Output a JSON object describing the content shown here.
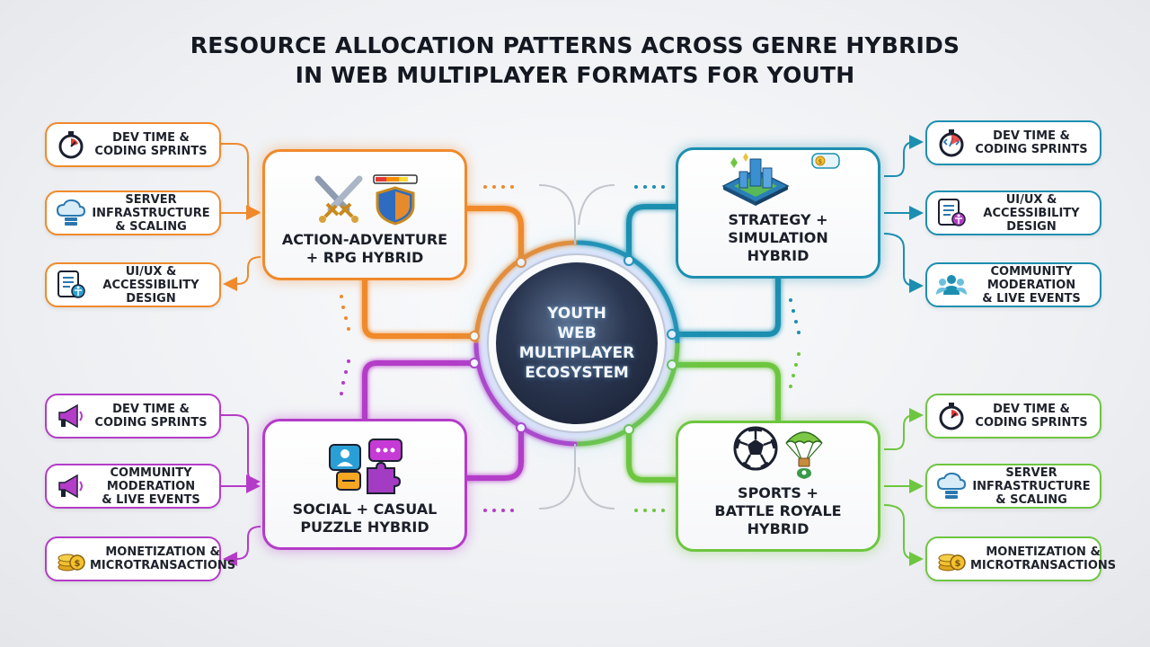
{
  "title": {
    "line1": "Resource Allocation Patterns Across Genre Hybrids",
    "line2": "in Web Multiplayer Formats for Youth"
  },
  "hub": {
    "lines": [
      "Youth",
      "Web",
      "Multiplayer",
      "Ecosystem"
    ]
  },
  "colors": {
    "orange": "#f08a2c",
    "teal": "#1c8fb0",
    "purple": "#b43cc8",
    "green": "#6ec640",
    "hub_dark": "#1f2840"
  },
  "genres": [
    {
      "label": "Action-Adventure\n+ RPG Hybrid",
      "icons": [
        "crossed-swords-icon",
        "shield-icon",
        "health-bar-icon"
      ],
      "resources": [
        {
          "label": "Dev Time &\nCoding Sprints",
          "icon": "stopwatch-icon"
        },
        {
          "label": "Server\nInfrastructure\n& Scaling",
          "icon": "cloud-server-icon"
        },
        {
          "label": "UI/UX &\nAccessibility\nDesign",
          "icon": "tablet-accessibility-icon"
        }
      ]
    },
    {
      "label": "Strategy +\nSimulation\nHybrid",
      "icons": [
        "isometric-city-icon",
        "coin-tag-icon"
      ],
      "resources": [
        {
          "label": "Dev Time &\nCoding Sprints",
          "icon": "stopwatch-code-icon"
        },
        {
          "label": "UI/UX &\nAccessibility\nDesign",
          "icon": "tablet-accessibility-icon"
        },
        {
          "label": "Community\nModeration\n& Live Events",
          "icon": "people-group-icon"
        }
      ]
    },
    {
      "label": "Social + Casual\nPuzzle Hybrid",
      "icons": [
        "chat-bubbles-icon",
        "puzzle-piece-icon"
      ],
      "resources": [
        {
          "label": "Dev Time &\nCoding Sprints",
          "icon": "megaphone-icon"
        },
        {
          "label": "Community\nModeration\n& Live Events",
          "icon": "megaphone-icon"
        },
        {
          "label": "Monetization &\nMicrotransactions",
          "icon": "coin-stack-icon"
        }
      ]
    },
    {
      "label": "Sports +\nBattle Royale\nHybrid",
      "icons": [
        "soccer-ball-icon",
        "parachute-drop-icon"
      ],
      "resources": [
        {
          "label": "Dev Time &\nCoding Sprints",
          "icon": "stopwatch-icon"
        },
        {
          "label": "Server\nInfrastructure\n& Scaling",
          "icon": "cloud-server-icon"
        },
        {
          "label": "Monetization &\nMicrotransactions",
          "icon": "coin-stack-icon"
        }
      ]
    }
  ]
}
